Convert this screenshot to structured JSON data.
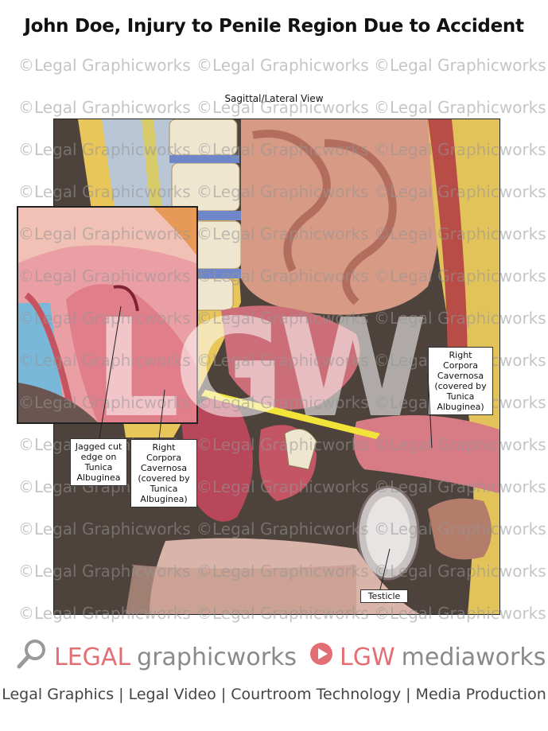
{
  "title": "John Doe, Injury to Penile Region Due to Accident",
  "view_label": "Sagittal/Lateral View",
  "watermark_text": "©Legal Graphicworks",
  "center_mark": "LGW",
  "labels": {
    "jagged": "Jagged cut edge on Tunica Albuginea",
    "corpora_inset": "Right Corpora Cavernosa (covered by Tunica Albuginea)",
    "corpora_main": "Right Corpora Cavernosa (covered by Tunica Albuginea)",
    "testicle": "Testicle"
  },
  "footer": {
    "brand1_a": "LEGAL",
    "brand1_b": "graphicworks",
    "brand2_a": "LGW",
    "brand2_b": "mediaworks",
    "tagline": "Legal Graphics | Legal Video | Courtroom Technology | Media Production"
  },
  "icons": [
    "magnifier-icon",
    "play-icon"
  ],
  "colors": {
    "brand_red": "#e16f73",
    "brand_gray": "#8a8a8a",
    "panel_bg": "#4e433c"
  }
}
